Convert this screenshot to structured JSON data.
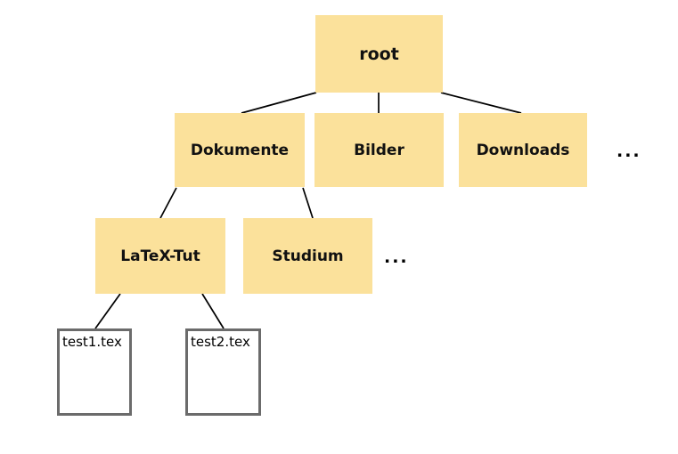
{
  "diagram_type": "tree",
  "nodes": {
    "root": {
      "label": "root",
      "kind": "folder",
      "level": 0
    },
    "dokumente": {
      "label": "Dokumente",
      "kind": "folder",
      "level": 1
    },
    "bilder": {
      "label": "Bilder",
      "kind": "folder",
      "level": 1
    },
    "downloads": {
      "label": "Downloads",
      "kind": "folder",
      "level": 1
    },
    "latex_tut": {
      "label": "LaTeX-Tut",
      "kind": "folder",
      "level": 2
    },
    "studium": {
      "label": "Studium",
      "kind": "folder",
      "level": 2
    },
    "test1": {
      "label": "test1.tex",
      "kind": "file",
      "level": 3
    },
    "test2": {
      "label": "test2.tex",
      "kind": "file",
      "level": 3
    }
  },
  "edges": [
    [
      "root",
      "Dokumente"
    ],
    [
      "root",
      "Bilder"
    ],
    [
      "root",
      "Downloads"
    ],
    [
      "Dokumente",
      "LaTeX-Tut"
    ],
    [
      "Dokumente",
      "Studium"
    ],
    [
      "LaTeX-Tut",
      "test1.tex"
    ],
    [
      "LaTeX-Tut",
      "test2.tex"
    ]
  ],
  "ellipses": {
    "level1": {
      "text": "...",
      "after": "Downloads"
    },
    "level2": {
      "text": "...",
      "after": "Studium"
    }
  },
  "colors": {
    "folder_fill": "#FBE19B",
    "file_border": "#6b6b6b",
    "edge_line": "#000000",
    "text": "#111111",
    "background": "#ffffff"
  }
}
